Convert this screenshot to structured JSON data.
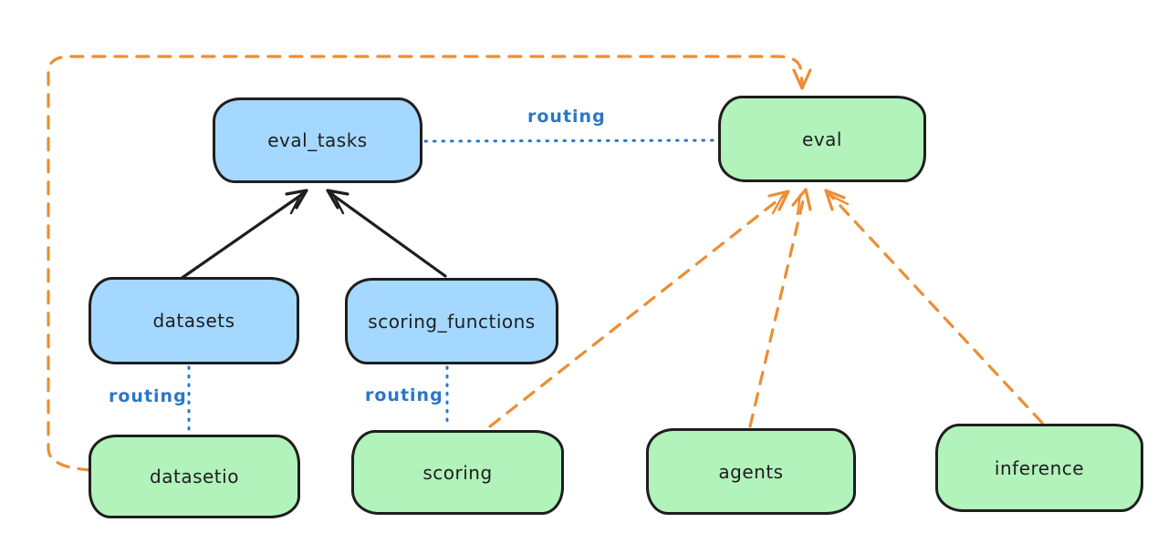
{
  "colors": {
    "background": "#ffffff",
    "node-stroke": "#1e1e1e",
    "blue-fill": "#a5d8ff",
    "green-fill": "#b2f2bb",
    "routing-blue": "#2b77c6",
    "arrow-black": "#1e1e1e",
    "arrow-orange": "#ec8e33",
    "label-color": "#1e1e1e"
  },
  "diagram": {
    "nodes": {
      "eval_tasks": {
        "label": "eval_tasks",
        "fill": "blue"
      },
      "eval": {
        "label": "eval",
        "fill": "green"
      },
      "datasets": {
        "label": "datasets",
        "fill": "blue"
      },
      "scoring_functions": {
        "label": "scoring_functions",
        "fill": "blue"
      },
      "datasetio": {
        "label": "datasetio",
        "fill": "green"
      },
      "scoring": {
        "label": "scoring",
        "fill": "green"
      },
      "agents": {
        "label": "agents",
        "fill": "green"
      },
      "inference": {
        "label": "inference",
        "fill": "green"
      }
    },
    "edges": [
      {
        "from": "eval_tasks",
        "to": "eval",
        "style": "dotted",
        "color": "blue",
        "label": "routing"
      },
      {
        "from": "datasets",
        "to": "eval_tasks",
        "style": "solid",
        "color": "black"
      },
      {
        "from": "scoring_functions",
        "to": "eval_tasks",
        "style": "solid",
        "color": "black"
      },
      {
        "from": "datasets",
        "to": "datasetio",
        "style": "dotted",
        "color": "blue",
        "label": "routing"
      },
      {
        "from": "scoring_functions",
        "to": "scoring",
        "style": "dotted",
        "color": "blue",
        "label": "routing"
      },
      {
        "from": "datasetio",
        "to": "eval",
        "style": "dashed",
        "color": "orange"
      },
      {
        "from": "scoring",
        "to": "eval",
        "style": "dashed",
        "color": "orange"
      },
      {
        "from": "agents",
        "to": "eval",
        "style": "dashed",
        "color": "orange"
      },
      {
        "from": "inference",
        "to": "eval",
        "style": "dashed",
        "color": "orange"
      }
    ]
  }
}
